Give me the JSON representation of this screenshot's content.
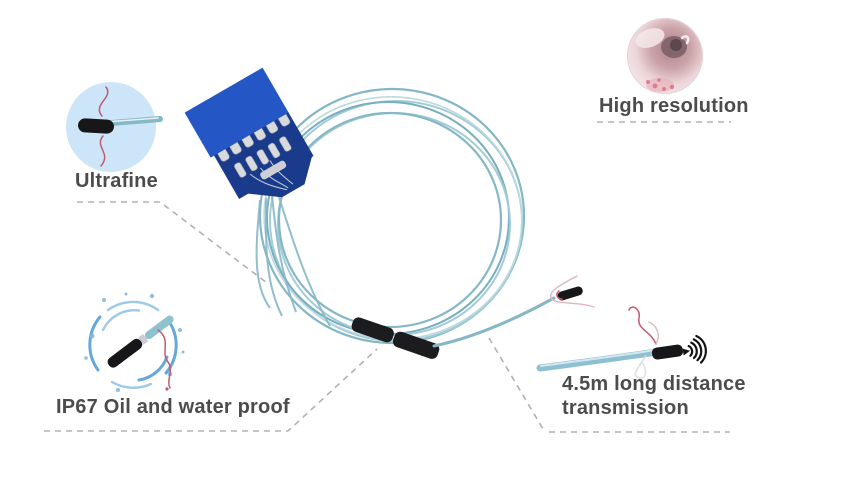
{
  "features": {
    "ultrafine": {
      "label": "Ultrafine"
    },
    "high_resolution": {
      "label": "High resolution"
    },
    "waterproof": {
      "label": "IP67 Oil and water proof"
    },
    "transmission": {
      "label": "4.5m long distance transmission"
    }
  },
  "icons": {
    "wifi_signal": "wireless-signal-waves",
    "water_splash": "water-splash-ring",
    "endoscope_view": "endoscopic-camera-view"
  },
  "colors": {
    "background": "#ffffff",
    "text": "#4c4c4e",
    "leader_line": "#b2b0b6",
    "cable_teal": "#86b7c6",
    "cable_teal_light": "#a3ccd6",
    "connector_blue": "#2457c5",
    "connector_navy": "#1a3a8c",
    "sleeve_black": "#1c1c1f",
    "wire_red": "#c25a70",
    "splash_blue": "#66a8da",
    "ultrafine_bg": "#cde5f8",
    "endoscope_pink": "#e9cdd1"
  }
}
